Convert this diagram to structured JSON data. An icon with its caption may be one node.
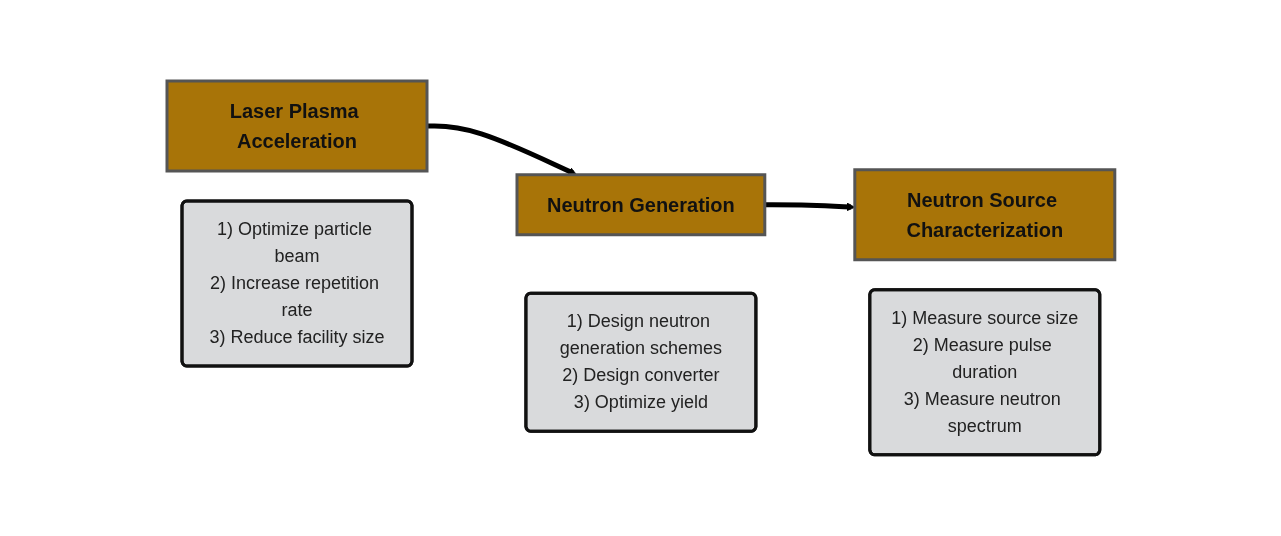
{
  "diagram": {
    "nodes": [
      {
        "text": [
          "Laser Plasma Acceleration"
        ]
      },
      {
        "text": [
          "1) Optimize particle beam",
          "2) Increase repetition rate",
          "3) Reduce facility size"
        ]
      },
      {
        "text": [
          "Neutron Generation"
        ]
      },
      {
        "text": [
          "1) Design neutron generation schemes",
          "2) Design converter",
          "3) Optimize yield"
        ]
      },
      {
        "text": [
          "Neutron Source Characterization"
        ]
      },
      {
        "text": [
          "1) Measure source size",
          "2) Measure pulse duration",
          "3) Measure neutron spectrum"
        ]
      }
    ],
    "edges": [
      {
        "from": 0,
        "to": 2,
        "arrow": "to"
      },
      {
        "from": 2,
        "to": 4,
        "arrow": "to"
      }
    ]
  }
}
